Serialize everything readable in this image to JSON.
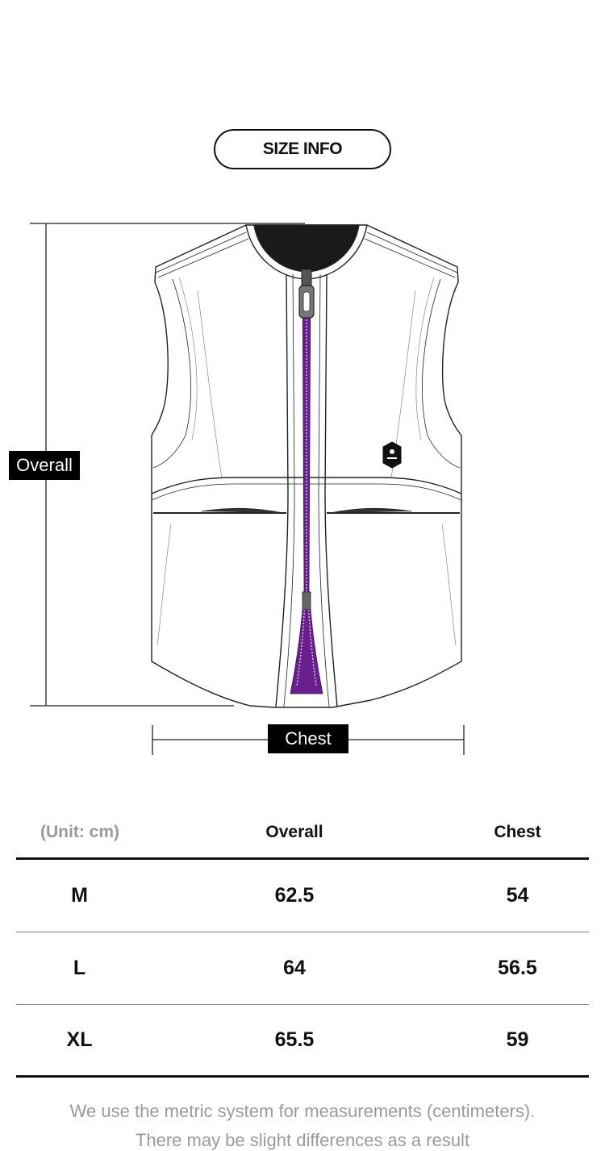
{
  "badge": {
    "label": "SIZE INFO"
  },
  "diagram": {
    "overall_label": "Overall",
    "chest_label": "Chest",
    "zipper_color": "#6a1f8f",
    "line_color": "#222222"
  },
  "table": {
    "headers": {
      "unit": "(Unit: cm)",
      "overall": "Overall",
      "chest": "Chest"
    },
    "rows": [
      {
        "size": "M",
        "overall": "62.5",
        "chest": "54"
      },
      {
        "size": "L",
        "overall": "64",
        "chest": "56.5"
      },
      {
        "size": "XL",
        "overall": "65.5",
        "chest": "59"
      }
    ]
  },
  "notes": {
    "line1": "We use the metric system for measurements (centimeters).",
    "line2": "There may be slight differences as a result"
  }
}
